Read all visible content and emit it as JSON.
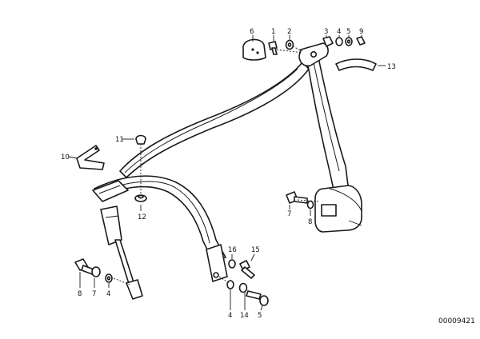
{
  "diagram": {
    "document_number": "00009421",
    "callouts": {
      "c_top_6": "6",
      "c_top_1": "1",
      "c_top_2": "2",
      "c_top_3": "3",
      "c_top_4": "4",
      "c_top_5": "5",
      "c_top_9": "9",
      "c_13": "13",
      "c_11": "11",
      "c_10": "10",
      "c_12": "12",
      "c_7_right": "7",
      "c_8_right": "8",
      "c_8_left": "8",
      "c_7_left": "7",
      "c_4_left": "4",
      "c_16": "16",
      "c_15": "15",
      "c_4_bottom": "4",
      "c_14": "14",
      "c_5_bottom": "5"
    }
  }
}
